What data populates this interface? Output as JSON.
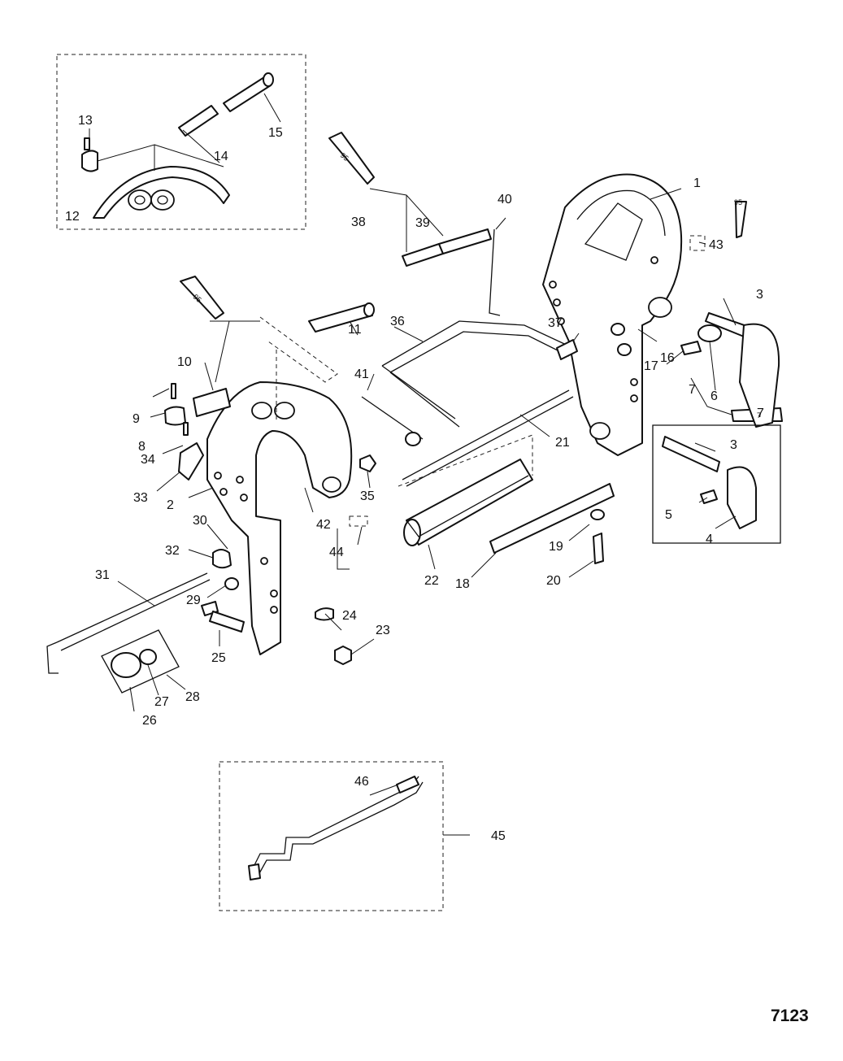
{
  "figure_number": "7123",
  "callouts": {
    "c1": "1",
    "c2": "2",
    "c3a": "3",
    "c3b": "3",
    "c4": "4",
    "c5": "5",
    "c6": "6",
    "c7a": "7",
    "c7b": "7",
    "c8": "8",
    "c9": "9",
    "c10": "10",
    "c11": "11",
    "c12": "12",
    "c13": "13",
    "c14": "14",
    "c15": "15",
    "c16": "16",
    "c17": "17",
    "c18": "18",
    "c19": "19",
    "c20": "20",
    "c21": "21",
    "c22": "22",
    "c23": "23",
    "c24": "24",
    "c25": "25",
    "c26": "26",
    "c27": "27",
    "c28": "28",
    "c29": "29",
    "c30": "30",
    "c31": "31",
    "c32": "32",
    "c33": "33",
    "c34": "34",
    "c35": "35",
    "c36": "36",
    "c37": "37",
    "c38": "38",
    "c39": "39",
    "c40": "40",
    "c41": "41",
    "c42": "42",
    "c43": "43",
    "c44": "44",
    "c45": "45",
    "c46": "46"
  },
  "lubricant_tubes": {
    "t95a": "95",
    "t95b": "95",
    "t95c": "95",
    "t7": "7"
  }
}
